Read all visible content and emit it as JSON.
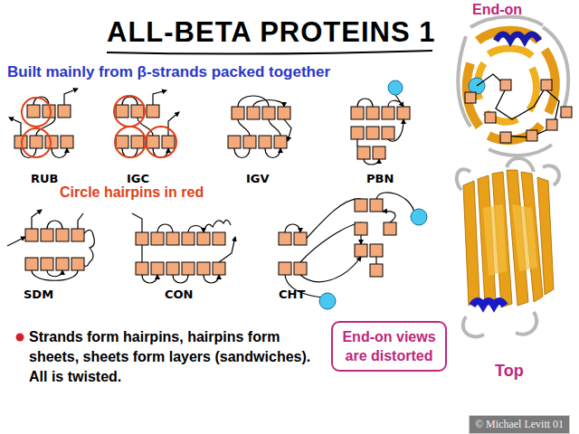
{
  "diagram": {
    "title": "ALL-BETA PROTEINS 1",
    "nodes": [
      {
        "text": [
          "End-on views are distorted"
        ]
      }
    ],
    "labels": [
      "Built mainly from β-strands packed together",
      "RUB",
      "IGC",
      "IGV",
      "PBN",
      "Circle hairpins in red",
      "SDM",
      "CON",
      "CHT",
      "Strands form hairpins, hairpins form sheets, sheets form layers (sandwiches). All is twisted.",
      "End-on",
      "Top",
      "© Michael Levitt 01"
    ]
  }
}
